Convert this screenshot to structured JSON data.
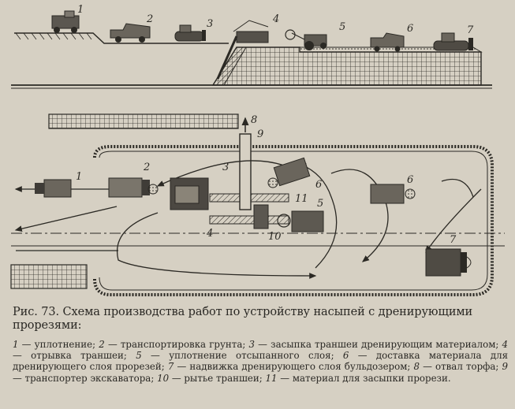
{
  "figure": {
    "caption": "Рис. 73. Схема производства работ по устройству насыпей с дренирующими прорезями:",
    "legend": [
      {
        "n": "1",
        "text": "уплотнение;"
      },
      {
        "n": "2",
        "text": "транспортировка грунта;"
      },
      {
        "n": "3",
        "text": "засыпка траншеи дренирующим материалом;"
      },
      {
        "n": "4",
        "text": "отрывка траншеи;"
      },
      {
        "n": "5",
        "text": "уплотнение отсыпанного слоя;"
      },
      {
        "n": "6",
        "text": "доставка материала для дренирующего слоя прорезей;"
      },
      {
        "n": "7",
        "text": "надвижка дренирующего слоя бульдозером;"
      },
      {
        "n": "8",
        "text": "отвал торфа;"
      },
      {
        "n": "9",
        "text": "транспортер экскаватора;"
      },
      {
        "n": "10",
        "text": "рытье траншеи;"
      },
      {
        "n": "11",
        "text": "материал для засыпки прорези."
      }
    ]
  },
  "side_view": {
    "labels": [
      "1",
      "2",
      "3",
      "4",
      "5",
      "6",
      "7"
    ]
  },
  "plan_view": {
    "labels": [
      "1",
      "2",
      "3",
      "4",
      "5",
      "6",
      "6",
      "7",
      "8",
      "9",
      "10",
      "11"
    ]
  }
}
